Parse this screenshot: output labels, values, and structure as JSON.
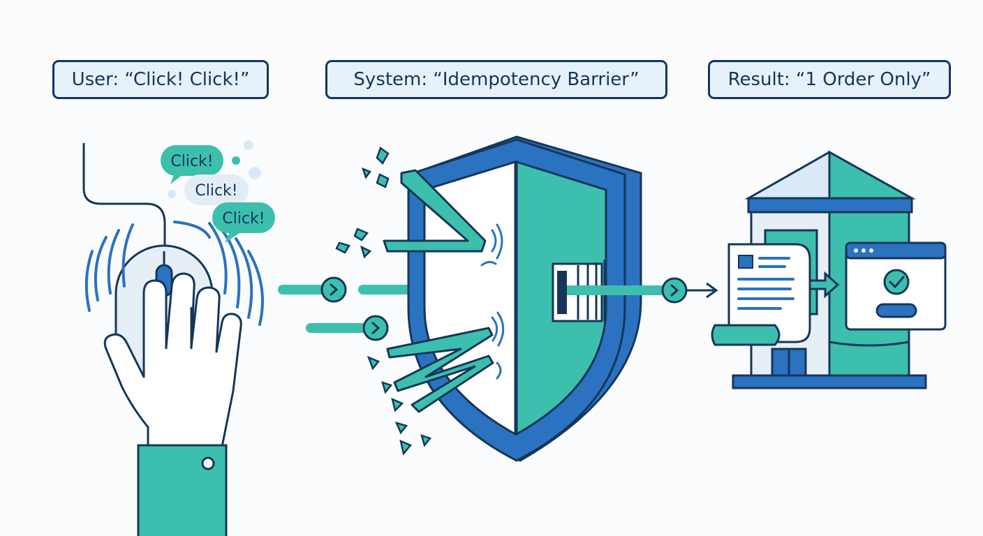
{
  "labels": {
    "user": "User: “Click! Click!”",
    "system": "System: “Idempotency Barrier”",
    "result": "Result: “1 Order Only”"
  },
  "bubbles": [
    "Click!",
    "Click!",
    "Click!"
  ],
  "colors": {
    "navy": "#14365a",
    "teal": "#3dbfad",
    "blue": "#2b72c0",
    "light_blue": "#d9e9f7"
  },
  "icons": [
    "hand-icon",
    "mouse-icon",
    "shield-icon",
    "building-icon",
    "document-icon",
    "checkmark-icon"
  ]
}
